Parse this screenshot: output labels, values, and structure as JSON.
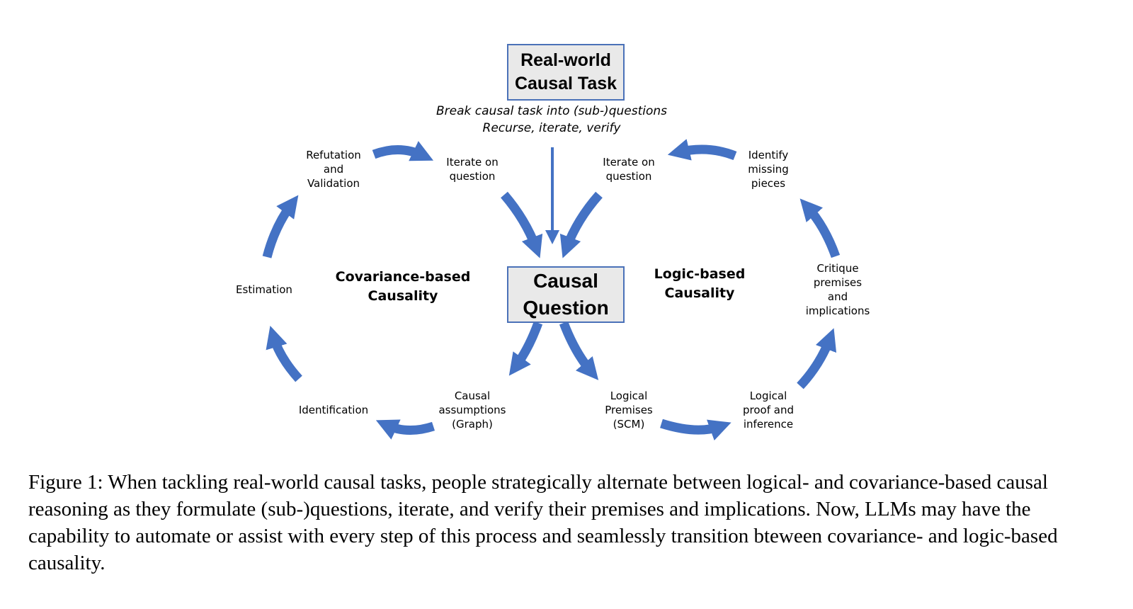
{
  "diagram": {
    "top_box": "Real-world\nCausal Task",
    "center_box": "Causal\nQuestion",
    "top_note_line1": "Break causal task into (sub-)questions",
    "top_note_line2": "Recurse, iterate, verify",
    "left_region": "Covariance-based\nCausality",
    "right_region": "Logic-based\nCausality",
    "left_cycle": {
      "iterate": "Iterate on\nquestion",
      "refutation": "Refutation\nand\nValidation",
      "estimation": "Estimation",
      "identification": "Identification",
      "assumptions": "Causal\nassumptions\n(Graph)"
    },
    "right_cycle": {
      "iterate": "Iterate on\nquestion",
      "identify": "Identify\nmissing\npieces",
      "critique": "Critique\npremises\nand\nimplications",
      "proof": "Logical\nproof and\ninference",
      "premises": "Logical\nPremises\n(SCM)"
    },
    "colors": {
      "arrow": "#4472c4",
      "box_fill": "#e9e9e9",
      "box_border": "#4a71b8"
    }
  },
  "caption": "Figure 1: When tackling real-world causal tasks, people strategically alternate between logical- and covariance-based causal reasoning as they formulate (sub-)questions, iterate, and verify their premises and implications. Now, LLMs may have the capability to automate or assist with every step of this process and seamlessly transition bteween covariance- and logic-based causality."
}
